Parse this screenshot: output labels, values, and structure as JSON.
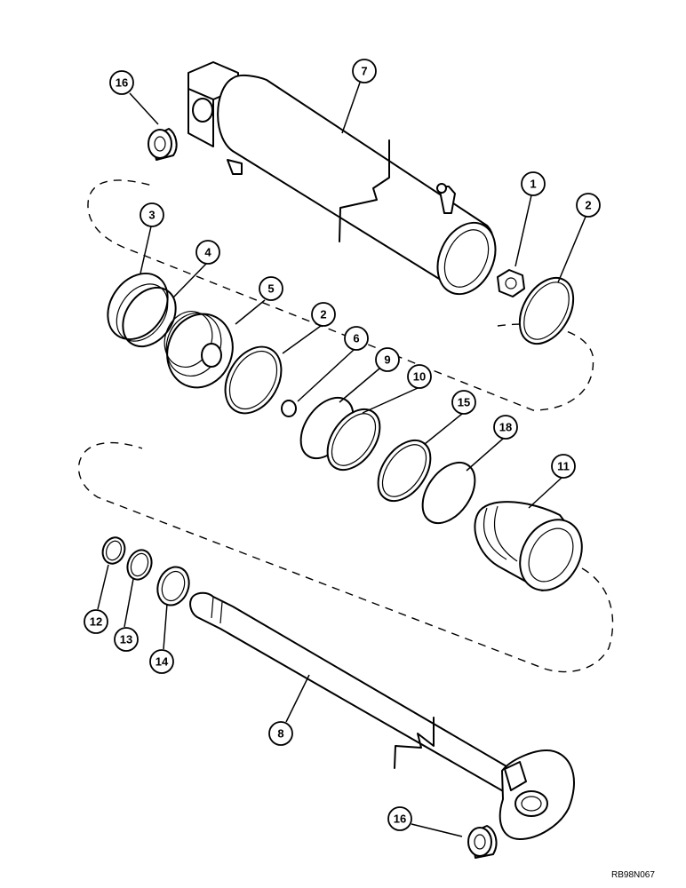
{
  "callouts": {
    "c1": "1",
    "c2a": "2",
    "c2b": "2",
    "c3": "3",
    "c4": "4",
    "c5": "5",
    "c6": "6",
    "c7": "7",
    "c8": "8",
    "c9": "9",
    "c10": "10",
    "c11": "11",
    "c12": "12",
    "c13": "13",
    "c14": "14",
    "c15": "15",
    "c16a": "16",
    "c16b": "16",
    "c18": "18"
  },
  "reference_code": "RB98N067"
}
